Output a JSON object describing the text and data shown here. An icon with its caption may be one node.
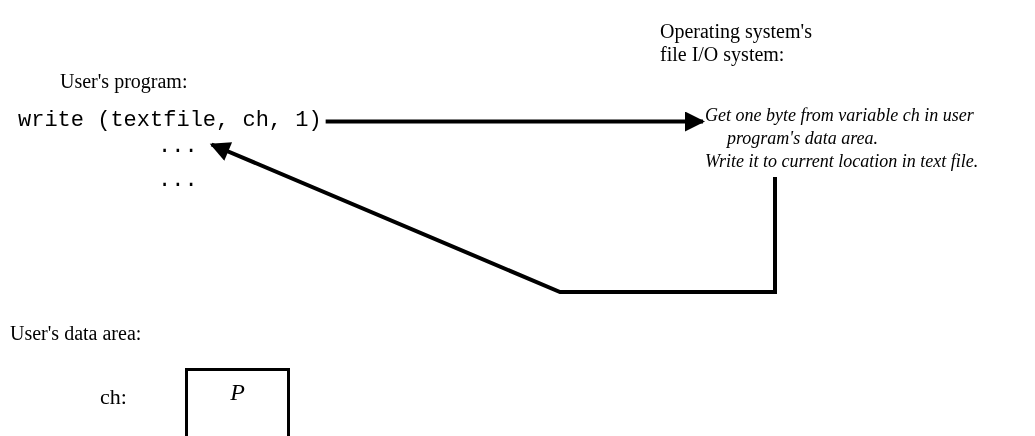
{
  "diagram": {
    "nodes": [
      {
        "text": [
          "write (textfile, ch, 1)"
        ]
      },
      {
        "text": [
          "..."
        ]
      },
      {
        "text": [
          "Get one byte from variable ch in user program's data area.",
          "Write it to current location in text file."
        ]
      },
      {
        "text": [
          "P"
        ],
        "beside": [
          "ch:"
        ]
      }
    ],
    "edges": [
      {
        "from": 0,
        "to": 2,
        "arrow": "to"
      },
      {
        "from": 2,
        "to": 1,
        "arrow": "to"
      }
    ],
    "labels": [
      "User's program:",
      "...",
      "Operating system's file I/O system:",
      "User's data area:"
    ]
  }
}
